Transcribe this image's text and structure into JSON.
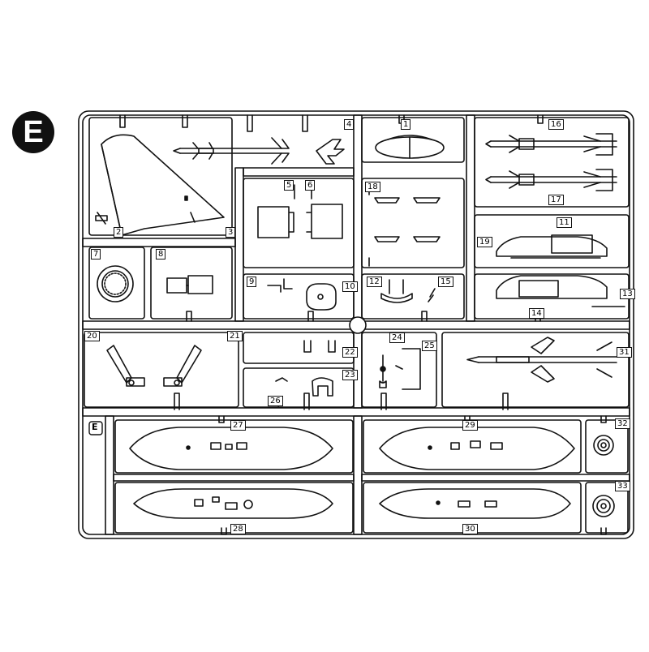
{
  "sprue": {
    "letter": "E",
    "tab_mark": "E"
  },
  "part_numbers": {
    "p1": "1",
    "p2": "2",
    "p3": "3",
    "p4": "4",
    "p5": "5",
    "p6": "6",
    "p7": "7",
    "p8": "8",
    "p9": "9",
    "p10": "10",
    "p11": "11",
    "p12": "12",
    "p13": "13",
    "p14": "14",
    "p15": "15",
    "p16": "16",
    "p17": "17",
    "p18": "18",
    "p19": "19",
    "p20": "20",
    "p21": "21",
    "p22": "22",
    "p23": "23",
    "p24": "24",
    "p25": "25",
    "p26": "26",
    "p27": "27",
    "p28": "28",
    "p29": "29",
    "p30": "30",
    "p31": "31",
    "p32": "32",
    "p33": "33"
  },
  "colors": {
    "ink": "#111111",
    "paper": "#ffffff"
  }
}
